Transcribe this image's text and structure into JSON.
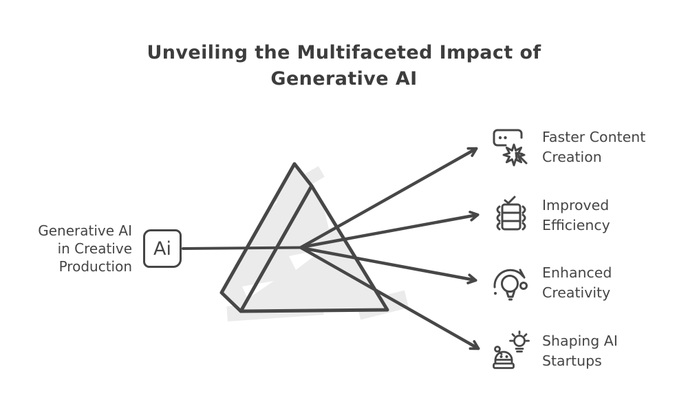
{
  "title": {
    "lines": [
      "Unveiling the Multifaceted Impact of",
      "Generative AI"
    ]
  },
  "input": {
    "label_lines": [
      "Generative AI",
      "in Creative",
      "Production"
    ],
    "box_text": "Ai"
  },
  "prism": {
    "description": "hand-drawn triangular prism splitting one input ray into four output rays"
  },
  "outputs": [
    {
      "icon": "content-creation-burst-icon",
      "label": "Faster Content Creation"
    },
    {
      "icon": "efficiency-stack-check-icon",
      "label": "Improved Efficiency"
    },
    {
      "icon": "creativity-lightbulb-icon",
      "label": "Enhanced Creativity"
    },
    {
      "icon": "robot-startup-bulb-icon",
      "label": "Shaping AI Startups"
    }
  ],
  "colors": {
    "ink": "#474747",
    "title_text": "#3d3d3d",
    "body_text": "#454545",
    "prism_fill": "#ebebeb",
    "background": "#ffffff"
  }
}
